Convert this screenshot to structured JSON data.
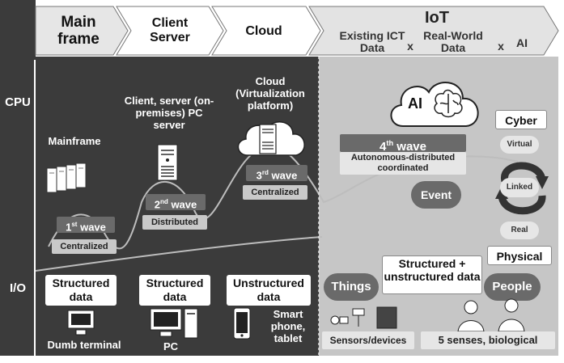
{
  "eras": {
    "mainframe": "Main frame",
    "client_server": "Client Server",
    "cloud": "Cloud",
    "iot": "IoT",
    "existing_ict": "Existing ICT Data",
    "times": "x",
    "real_world": "Real-World Data",
    "ai": "AI"
  },
  "axis": {
    "cpu": "CPU",
    "io": "I/O"
  },
  "mainframe": {
    "title": "Mainframe",
    "wave": "1",
    "wave_word": "wave",
    "wave_note": "Centralized",
    "ord": "st"
  },
  "client_server": {
    "title": "Client, server (on-premises) PC server",
    "wave": "2",
    "ord": "nd",
    "wave_word": "wave",
    "wave_note": "Distributed"
  },
  "cloud": {
    "title": "Cloud (Virtualization platform)",
    "wave": "3",
    "ord": "rd",
    "wave_word": "wave",
    "wave_note": "Centralized"
  },
  "iot": {
    "ai_label": "AI",
    "wave": "4",
    "ord": "th",
    "wave_word": "wave",
    "wave_note": "Autonomous-distributed coordinated",
    "event": "Event",
    "cyber": "Cyber",
    "virtual": "Virtual",
    "linked": "Linked",
    "real": "Real",
    "physical": "Physical",
    "structured_unstructured": "Structured + unstructured data",
    "things": "Things",
    "people": "People",
    "sensors": "Sensors/devices",
    "senses": "5 senses, biological"
  },
  "bottom": {
    "data1": "Structured data",
    "data2": "Structured data",
    "data3": "Unstructured data",
    "device1": "Dumb terminal",
    "device2": "PC",
    "device3": "Smart phone, tablet"
  },
  "colors": {
    "dark_bg": "#3b3b3b",
    "light_bg": "#c6c6c6",
    "wave_tab": "#6a6a6a",
    "accent_white": "#ffffff"
  }
}
